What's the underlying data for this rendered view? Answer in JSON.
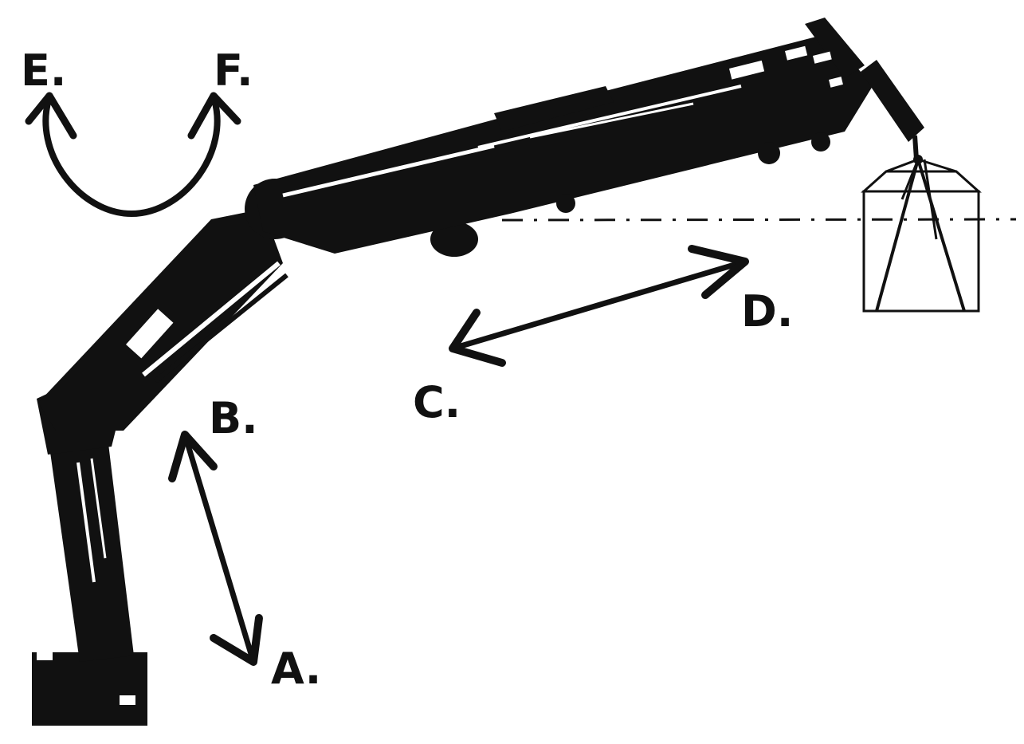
{
  "labels": {
    "a": "A.",
    "b": "B.",
    "c": "C.",
    "d": "D.",
    "e": "E.",
    "f": "F."
  },
  "colors": {
    "ink": "#111111",
    "background": "#ffffff"
  }
}
